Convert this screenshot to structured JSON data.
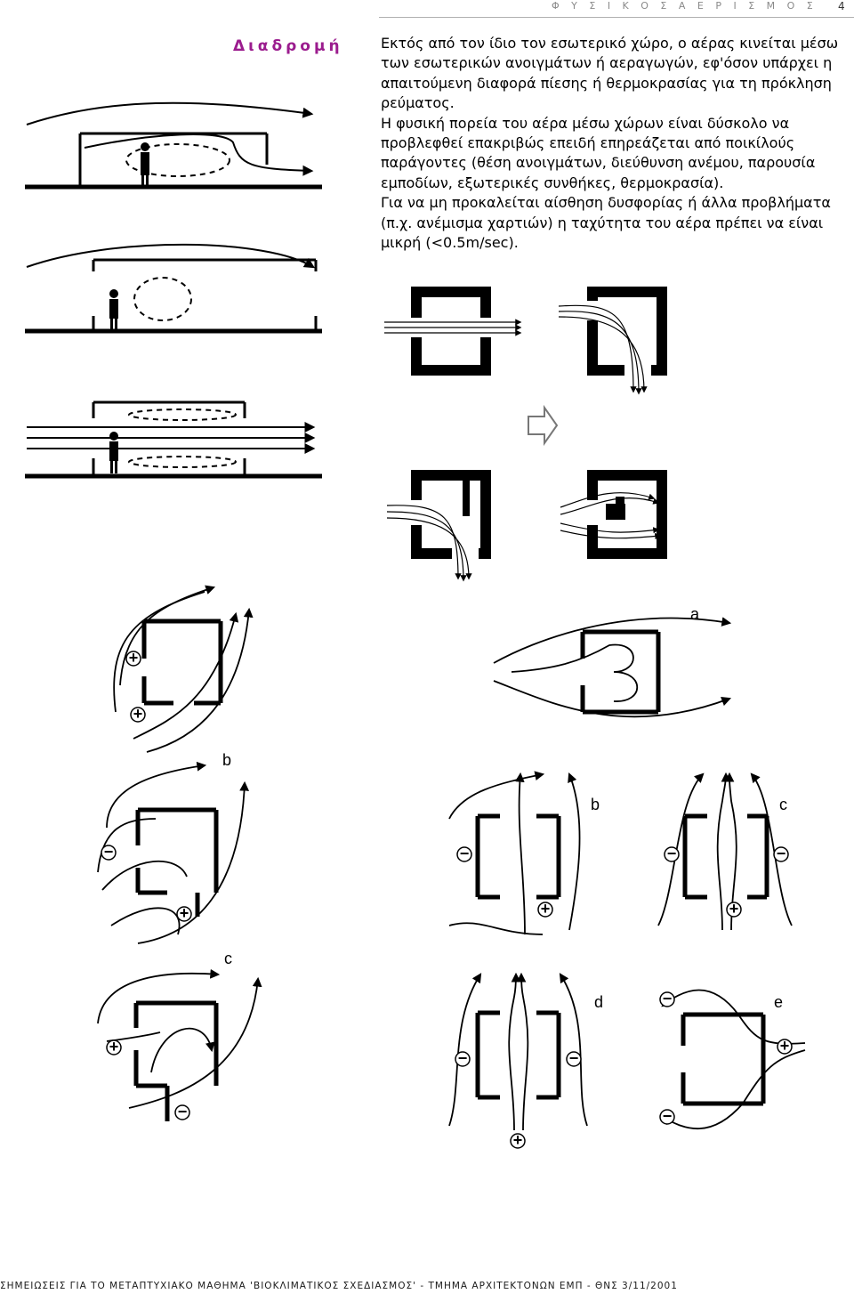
{
  "header": {
    "title": "Φ Υ Σ Ι Κ Ο Σ   Α Ε Ρ Ι Σ Μ Ο Σ",
    "page_number": "4"
  },
  "section": {
    "title": "Διαδρομή"
  },
  "body": {
    "paragraph_1": "Εκτός από τον ίδιο τον εσωτερικό χώρο, ο αέρας κινείται μέσω των εσωτερικών ανοιγμάτων ή αεραγωγών, εφ'όσον υπάρχει η απαιτούμενη διαφορά πίεσης ή θερμοκρασίας για τη πρόκληση ρεύματος.",
    "paragraph_2": "Η φυσική πορεία του αέρα μέσω χώρων είναι δύσκολο να προβλεφθεί επακριβώς επειδή επηρεάζεται από ποικίλούς παράγοντες (θέση ανοιγμάτων, διεύθυνση ανέμου, παρουσία εμποδίων, εξωτερικές συνθήκες, θερμοκρασία).",
    "paragraph_3": "Για να μη προκαλείται αίσθηση δυσφορίας ή άλλα προβλήματα (π.χ. ανέμισμα χαρτιών) η ταχύτητα του αέρα πρέπει να είναι μικρή (<0.5m/sec)."
  },
  "figures": {
    "labels": {
      "a": "a",
      "b_left": "b",
      "b_right": "b",
      "c_left": "c",
      "c_right": "c",
      "d": "d",
      "e": "e"
    },
    "plus_sign": "+",
    "minus_sign": "−"
  },
  "footer": {
    "text": "ΣΗΜΕΙΩΣΕΙΣ ΓΙΑ ΤΟ ΜΕΤΑΠΤΥΧΙΑΚΟ ΜΑΘΗΜΑ 'ΒΙΟΚΛΙΜΑΤΙΚΟΣ ΣΧΕΔΙΑΣΜΟΣ' - ΤΜΗΜΑ ΑΡΧΙΤΕΚΤΟΝΩΝ ΕΜΠ - ΘΝΣ 3/11/2001"
  }
}
